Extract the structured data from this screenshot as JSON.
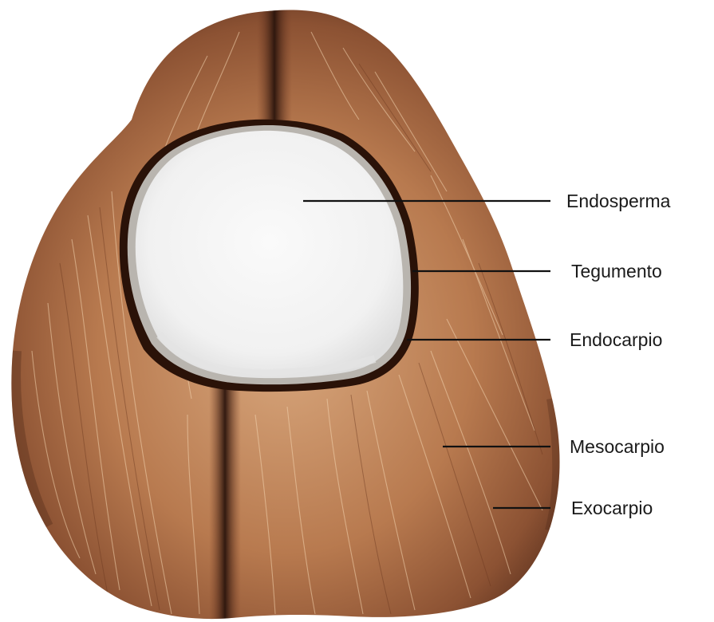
{
  "labels": {
    "endosperma": "Endosperma",
    "tegumento": "Tegumento",
    "endocarpio": "Endocarpio",
    "mesocarpio": "Mesocarpio",
    "exocarpio": "Exocarpio"
  },
  "colors": {
    "husk_dark": "#5a2f1c",
    "husk_mid": "#a4673f",
    "husk_light": "#d9a77c",
    "fiber_light": "#f1d3b0",
    "endosperm": "#f6f6f6",
    "endosperm_edge": "#dcdcdc",
    "endocarp_ring": "#2a1208",
    "text": "#1a1a1a"
  }
}
